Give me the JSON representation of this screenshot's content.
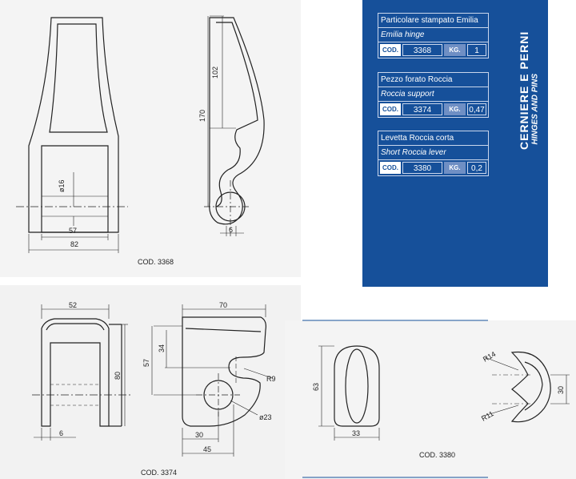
{
  "panel": {
    "title": "CERNIERE E PERNI",
    "subtitle": "HINGES AND PINS",
    "products": [
      {
        "name": "Particolare stampato Emilia",
        "name_en": "Emilia hinge",
        "cod_label": "COD.",
        "code": "3368",
        "kg_label": "KG.",
        "weight": "1"
      },
      {
        "name": "Pezzo forato Roccia",
        "name_en": "Roccia support",
        "cod_label": "COD.",
        "code": "3374",
        "kg_label": "KG.",
        "weight": "0,47"
      },
      {
        "name": "Levetta Roccia corta",
        "name_en": "Short Roccia lever",
        "cod_label": "COD.",
        "code": "3380",
        "kg_label": "KG.",
        "weight": "0,2"
      }
    ]
  },
  "drawings": {
    "cod3368": {
      "caption": "COD. 3368",
      "dims": [
        "ø16",
        "57",
        "82",
        "102",
        "170",
        "6"
      ]
    },
    "cod3374": {
      "caption": "COD. 3374",
      "dims": [
        "52",
        "80",
        "6",
        "70",
        "34",
        "57",
        "R9",
        "ø23",
        "30",
        "45"
      ]
    },
    "cod3380": {
      "caption": "COD. 3380",
      "dims": [
        "63",
        "33",
        "R14",
        "30",
        "R11"
      ]
    }
  }
}
